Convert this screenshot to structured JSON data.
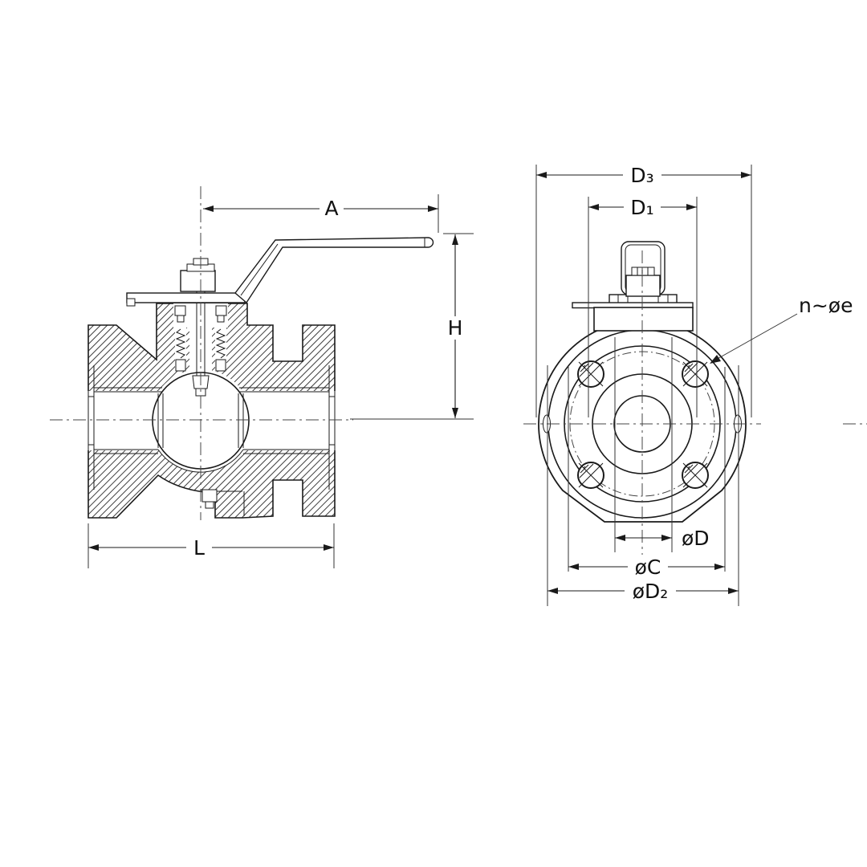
{
  "drawing": {
    "type": "engineering-drawing",
    "subject": "flanged ball valve, sectional side view and flange end view",
    "colors": {
      "background": "#ffffff",
      "line": "#1a1a1a",
      "centerline": "#444444"
    }
  },
  "dimensions": {
    "A": {
      "label": "A",
      "meaning": "handle length from stem centerline"
    },
    "H": {
      "label": "H",
      "meaning": "height from pipe centerline to handle top"
    },
    "L": {
      "label": "L",
      "meaning": "face-to-face length"
    },
    "D3": {
      "label": "D₃",
      "meaning": "overall width across body"
    },
    "D1": {
      "label": "D₁",
      "meaning": "upper bolt spacing"
    },
    "bolt_note": {
      "label": "n~øe",
      "meaning": "number and diameter of bolt holes"
    },
    "dD": {
      "label": "øD",
      "meaning": "bore diameter"
    },
    "dC": {
      "label": "øC",
      "meaning": "raised face / bolt circle diameter"
    },
    "dD2": {
      "label": "øD₂",
      "meaning": "flange outer diameter"
    }
  }
}
